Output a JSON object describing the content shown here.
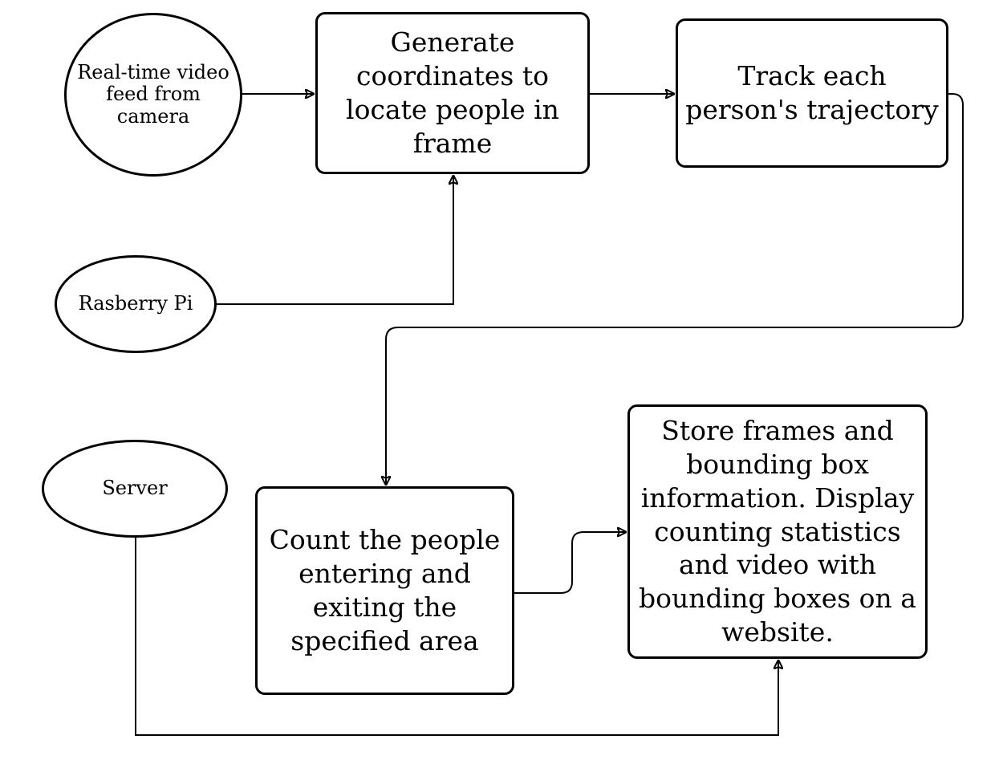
{
  "diagram": {
    "nodes": {
      "camera": {
        "label": "Real-time video feed from camera",
        "shape": "ellipse"
      },
      "generate": {
        "label": "Generate coordinates to locate people in frame",
        "shape": "rounded-rectangle"
      },
      "track": {
        "label": "Track each person's trajectory",
        "shape": "rounded-rectangle"
      },
      "rpi": {
        "label": "Rasberry Pi",
        "shape": "ellipse"
      },
      "server": {
        "label": "Server",
        "shape": "ellipse"
      },
      "count": {
        "label": "Count the people entering and exiting the specified area",
        "shape": "rounded-rectangle"
      },
      "store": {
        "label": "Store frames and bounding box information. Display counting statistics and video with bounding boxes on a website.",
        "shape": "rounded-rectangle"
      }
    },
    "edges": [
      {
        "from": "camera",
        "to": "generate"
      },
      {
        "from": "rpi",
        "to": "generate"
      },
      {
        "from": "generate",
        "to": "track"
      },
      {
        "from": "track",
        "to": "count"
      },
      {
        "from": "count",
        "to": "store"
      },
      {
        "from": "server",
        "to": "store"
      }
    ],
    "colors": {
      "stroke": "#000000",
      "background": "#ffffff",
      "text": "#000000"
    }
  }
}
